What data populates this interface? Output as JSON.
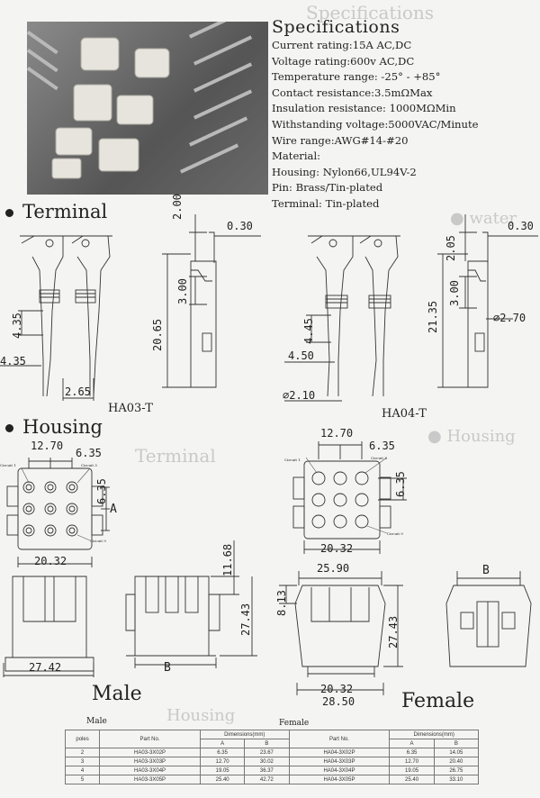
{
  "specifications": {
    "title": "Specifications",
    "lines": [
      "Current rating:15A AC,DC",
      "Voltage rating:600v AC,DC",
      "Temperature range: -25°  -  +85°",
      "Contact resistance:3.5mΩMax",
      "Insulation resistance: 1000MΩMin",
      "Withstanding voltage:5000VAC/Minute",
      "Wire range:AWG#14-#20",
      "Material:",
      "Housing: Nylon66,UL94V-2",
      "Pin: Brass/Tin-plated",
      "Terminal: Tin-plated"
    ]
  },
  "sections": {
    "terminal": "Terminal",
    "housing": "Housing"
  },
  "terminal": {
    "ha03": {
      "label": "HA03-T",
      "d1": "2.00",
      "d2": "0.30",
      "d3": "3.00",
      "d4": "20.65",
      "d5": "4.35",
      "d6": "4.35",
      "d7": "2.65"
    },
    "ha04": {
      "label": "HA04-T",
      "d1": "2.05",
      "d2": "0.30",
      "d3": "3.00",
      "d4": "21.35",
      "d5": "4.45",
      "d6": "4.50",
      "d7": "⌀2.10",
      "d8": "⌀2.70"
    }
  },
  "housing": {
    "male": {
      "label": "Male",
      "d1": "12.70",
      "d2": "6.35",
      "d3": "6.35",
      "d4": "20.32",
      "d5": "11.68",
      "d6": "27.43",
      "d7": "27.42",
      "a": "A",
      "b": "B",
      "circuit1": "Circuit 1",
      "circuit3": "Circuit 3",
      "circuit9": "Circuit 9"
    },
    "female": {
      "label": "Female",
      "d1": "12.70",
      "d2": "6.35",
      "d3": "6.35",
      "d4": "20.32",
      "d5": "25.90",
      "d6": "8.13",
      "d7": "27.43",
      "d8": "20.32",
      "d9": "28.50",
      "b": "B",
      "circuit1": "Circuit 1",
      "circuit3": "Circuit 3",
      "circuit9": "Circuit 9"
    }
  },
  "ghost_text": {
    "specifications": "Specifications",
    "water": "water",
    "terminal": "Terminal",
    "housing": "Housing"
  },
  "table": {
    "male_title": "Male",
    "female_title": "Female",
    "headers": {
      "poles": "poles",
      "part_no": "Part No.",
      "dimensions": "Dimensions(mm)",
      "a": "A",
      "b": "B"
    },
    "rows": [
      {
        "poles": "2",
        "male_part": "HA03-3X02P",
        "male_a": "6.35",
        "male_b": "23.67",
        "female_part": "HA04-3X02P",
        "female_a": "6.35",
        "female_b": "14.05"
      },
      {
        "poles": "3",
        "male_part": "HA03-3X03P",
        "male_a": "12.70",
        "male_b": "30.02",
        "female_part": "HA04-3X03P",
        "female_a": "12.70",
        "female_b": "20.40"
      },
      {
        "poles": "4",
        "male_part": "HA03-3X04P",
        "male_a": "19.05",
        "male_b": "36.37",
        "female_part": "HA04-3X04P",
        "female_a": "19.05",
        "female_b": "26.75"
      },
      {
        "poles": "5",
        "male_part": "HA03-3X05P",
        "male_a": "25.40",
        "male_b": "42.72",
        "female_part": "HA04-3X05P",
        "female_a": "25.40",
        "female_b": "33.10"
      }
    ]
  }
}
